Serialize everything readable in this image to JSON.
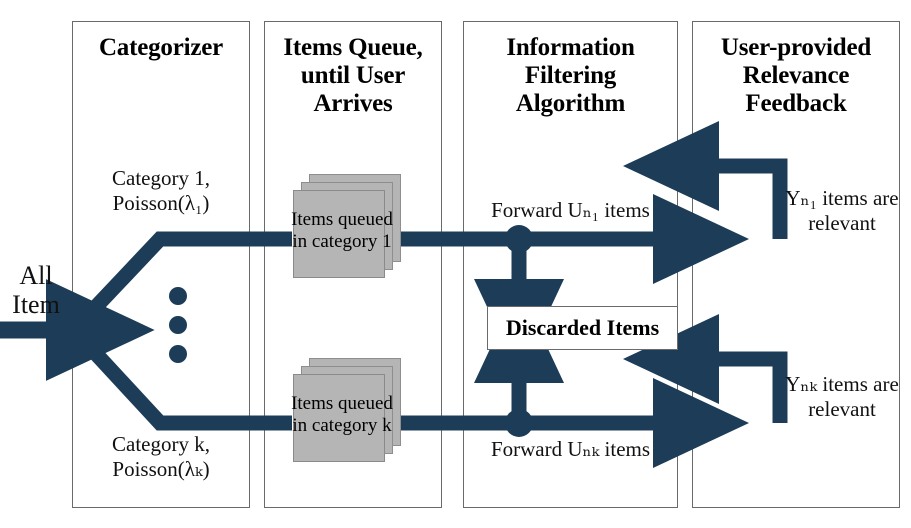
{
  "diagram": {
    "accent_color": "#1c3c57",
    "box_border_color": "#6a6a6a",
    "doc_fill_color": "#b5b5b5",
    "columns": [
      {
        "id": "categorizer",
        "title": "Categorizer"
      },
      {
        "id": "items-queue",
        "title": "Items Queue, until User Arrives"
      },
      {
        "id": "filtering",
        "title": "Information Filtering Algorithm"
      },
      {
        "id": "feedback",
        "title": "User-provided Relevance Feedback"
      }
    ],
    "input": {
      "label": "All Item"
    },
    "branches": [
      {
        "id": "branch-1",
        "category_label": "Category 1,",
        "poisson_label": "Poisson(λ₁)",
        "queue_label": "Items queued in category 1",
        "forward_label": "Forward Uₙ₁ items",
        "feedback_label": "Yₙ₁ items are relevant"
      },
      {
        "id": "branch-k",
        "category_label": "Category k,",
        "poisson_label": "Poisson(λₖ)",
        "queue_label": "Items queued in category k",
        "forward_label": "Forward Uₙₖ items",
        "feedback_label": "Yₙₖ items are relevant"
      }
    ],
    "discarded": {
      "label": "Discarded Items"
    },
    "ellipsis": {
      "dots": 3
    }
  }
}
